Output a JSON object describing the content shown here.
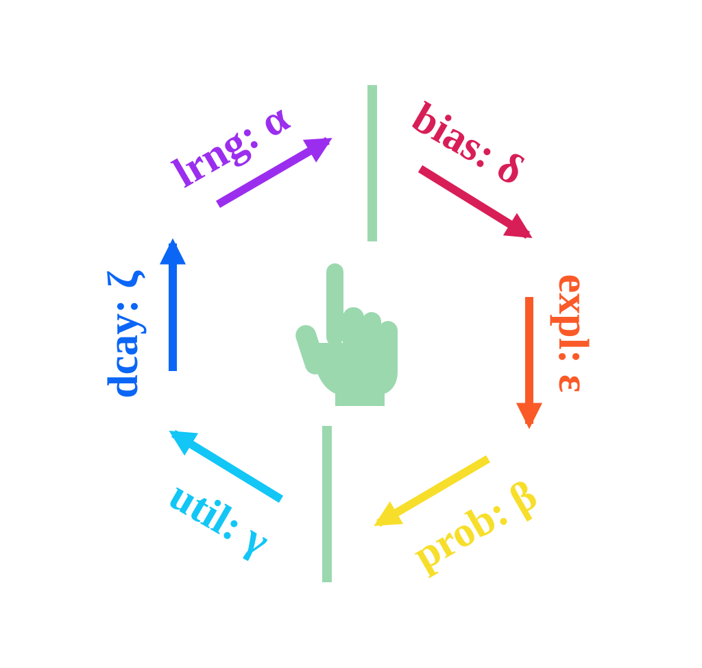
{
  "diagram": {
    "center_icon": "pointing-hand-icon",
    "divider_color": "#9BD8AE",
    "labels": [
      {
        "id": "lrng",
        "text": "lrng: α",
        "color": "#9B2EEE"
      },
      {
        "id": "bias",
        "text": "bias: δ",
        "color": "#D81E57"
      },
      {
        "id": "expl",
        "text": "expl: ε",
        "color": "#FA5A28"
      },
      {
        "id": "prob",
        "text": "prob: β",
        "color": "#F7DE2A"
      },
      {
        "id": "util",
        "text": "util: γ",
        "color": "#12C6F6"
      },
      {
        "id": "dcay",
        "text": "dcay: ζ",
        "color": "#0B66F6"
      }
    ]
  }
}
